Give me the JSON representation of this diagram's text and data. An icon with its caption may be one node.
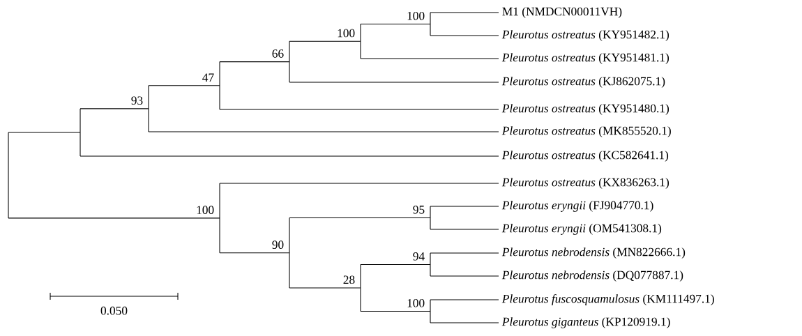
{
  "diagram": {
    "labels": [
      "M1 (NMDCN00011VH)",
      "*Pleurotus ostreatus* (KY951482.1)",
      "*Pleurotus ostreatus* (KY951481.1)",
      "*Pleurotus ostreatus* (KJ862075.1)",
      "*Pleurotus ostreatus* (KY951480.1)",
      "*Pleurotus ostreatus* (MK855520.1)",
      "*Pleurotus ostreatus* (KC582641.1)",
      "*Pleurotus ostreatus* (KX836263.1)",
      "*Pleurotus eryngii* (FJ904770.1)",
      "*Pleurotus eryngii* (OM541308.1)",
      "*Pleurotus nebrodensis* (MN822666.1)",
      "*Pleurotus nebrodensis* (DQ077887.1)",
      "*Pleurotus fuscosquamulosus* (KM111497.1)",
      "*Pleurotus giganteus* (KP120919.1)",
      "100",
      "100",
      "66",
      "47",
      "93",
      "100",
      "95",
      "90",
      "94",
      "28",
      "100",
      "0.050"
    ]
  }
}
